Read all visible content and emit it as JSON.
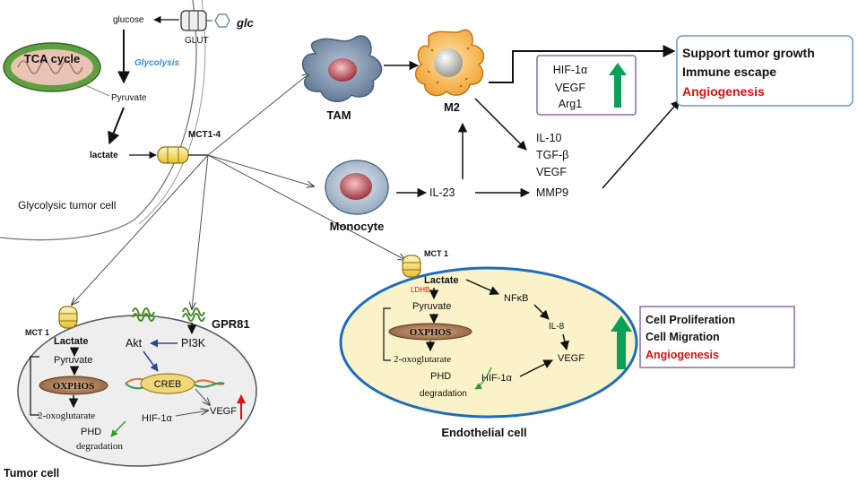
{
  "glycolytic_cell": {
    "glucose": "glucose",
    "glc": "glc",
    "glut": "GLUT",
    "tca_cycle": "TCA cycle",
    "glycolysis": "Glycolysis",
    "pyruvate": "Pyruvate",
    "lactate": "lactate",
    "mct": "MCT1-4",
    "label": "Glycolysic tumor cell"
  },
  "immune": {
    "tam": "TAM",
    "m2": "M2",
    "monocyte": "Monocyte",
    "il23": "IL-23",
    "il10": "IL-10",
    "tgfb": "TGF-β",
    "vegf": "VEGF",
    "mmp9": "MMP9",
    "m2_box": [
      "HIF-1α",
      "VEGF",
      "Arg1"
    ]
  },
  "outcome_box": {
    "lines": [
      "Support tumor growth",
      "Immune escape",
      "Angiogenesis"
    ]
  },
  "tumor_cell": {
    "mct": "MCT 1",
    "gpr": "GPR81",
    "lactate": "Lactate",
    "pyruvate": "Pyruvate",
    "oxphos": "OXPHOS",
    "oxoglutarate": "2-oxoglutarate",
    "phd": "PHD",
    "degradation": "degradation",
    "akt": "Akt",
    "pi3k": "PI3K",
    "creb": "CREB",
    "hif": "HIF-1α",
    "vegf": "VEGF",
    "label": "Tumor cell"
  },
  "endothelial_cell": {
    "mct": "MCT 1",
    "ldhb": "LDHB",
    "lactate": "Lactate",
    "pyruvate": "Pyruvate",
    "oxphos": "OXPHOS",
    "oxoglutarate": "2-oxoglutarate",
    "phd": "PHD",
    "hif": "HIF-1α",
    "degradation": "degradation",
    "nfkb": "NFκB",
    "il8": "IL-8",
    "vegf": "VEGF",
    "label": "Endothelial cell",
    "outcome": [
      "Cell  Proliferation",
      "Cell  Migration",
      "Angiogenesis"
    ]
  },
  "colors": {
    "red": "#e01010",
    "green_arrow": "#0aa05a",
    "purple_box": "#8a6aa8",
    "blue_box": "#6a9ad0",
    "cell_fill": "#faf2c8",
    "ellipse_blue": "#1d6cc0"
  }
}
